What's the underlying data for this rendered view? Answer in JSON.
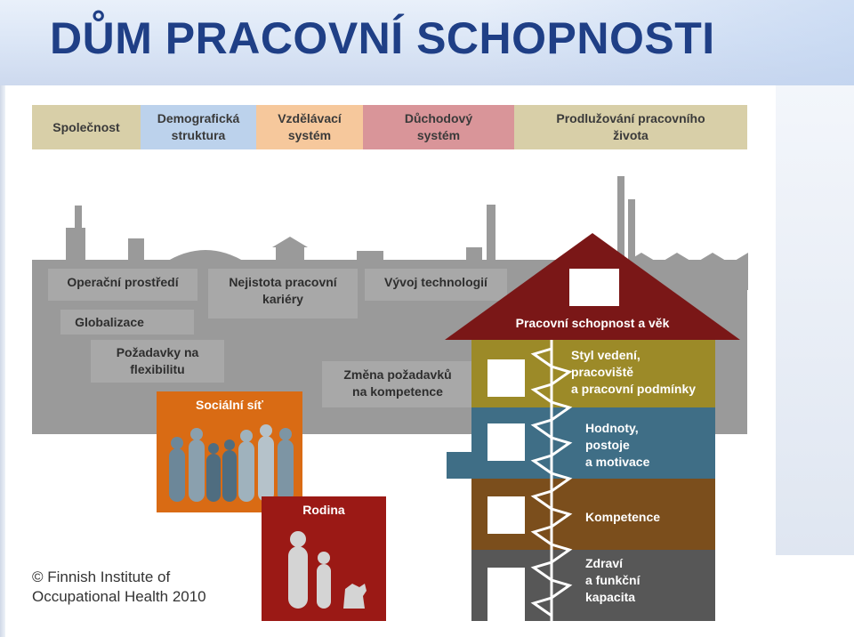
{
  "title": "DŮM PRACOVNÍ SCHOPNOSTI",
  "factors": [
    {
      "label": "Společnost",
      "color": "#d8cfa8"
    },
    {
      "label": "Demografická\nstruktura",
      "color": "#bcd2ec"
    },
    {
      "label": "Vzdělávací\nsystém",
      "color": "#f6c89c"
    },
    {
      "label": "Důchodový\nsystém",
      "color": "#d99599"
    },
    {
      "label": "Prodlužování pracovního\nživota",
      "color": "#d8cfa8"
    }
  ],
  "environment": {
    "operating_environment": "Operační prostředí",
    "career_uncertainty": "Nejistota pracovní\nkariéry",
    "technology": "Vývoj technologií",
    "globalization": "Globalizace",
    "flexibility": "Požadavky na\nflexibilitu",
    "competence_change": "Změna požadavků\nna kompetence"
  },
  "social_network": "Sociální síť",
  "family": "Rodina",
  "house": {
    "roof": "Pracovní schopnost a věk",
    "floors": [
      {
        "label": "Styl vedení,\npracoviště\na pracovní podmínky",
        "color": "#9c8a28"
      },
      {
        "label": "Hodnoty,\npostoje\na motivace",
        "color": "#3f6e86"
      },
      {
        "label": "Kompetence",
        "color": "#7b4e1c"
      },
      {
        "label": "Zdraví\na funkční\nkapacita",
        "color": "#575757"
      }
    ]
  },
  "copyright": "© Finnish Institute of\nOccupational Health 2010",
  "colors": {
    "title": "#1f3f86",
    "city_gray": "#9a9a9a",
    "roof": "#7a1717",
    "social_network": "#d96b14",
    "family": "#9b1915"
  }
}
